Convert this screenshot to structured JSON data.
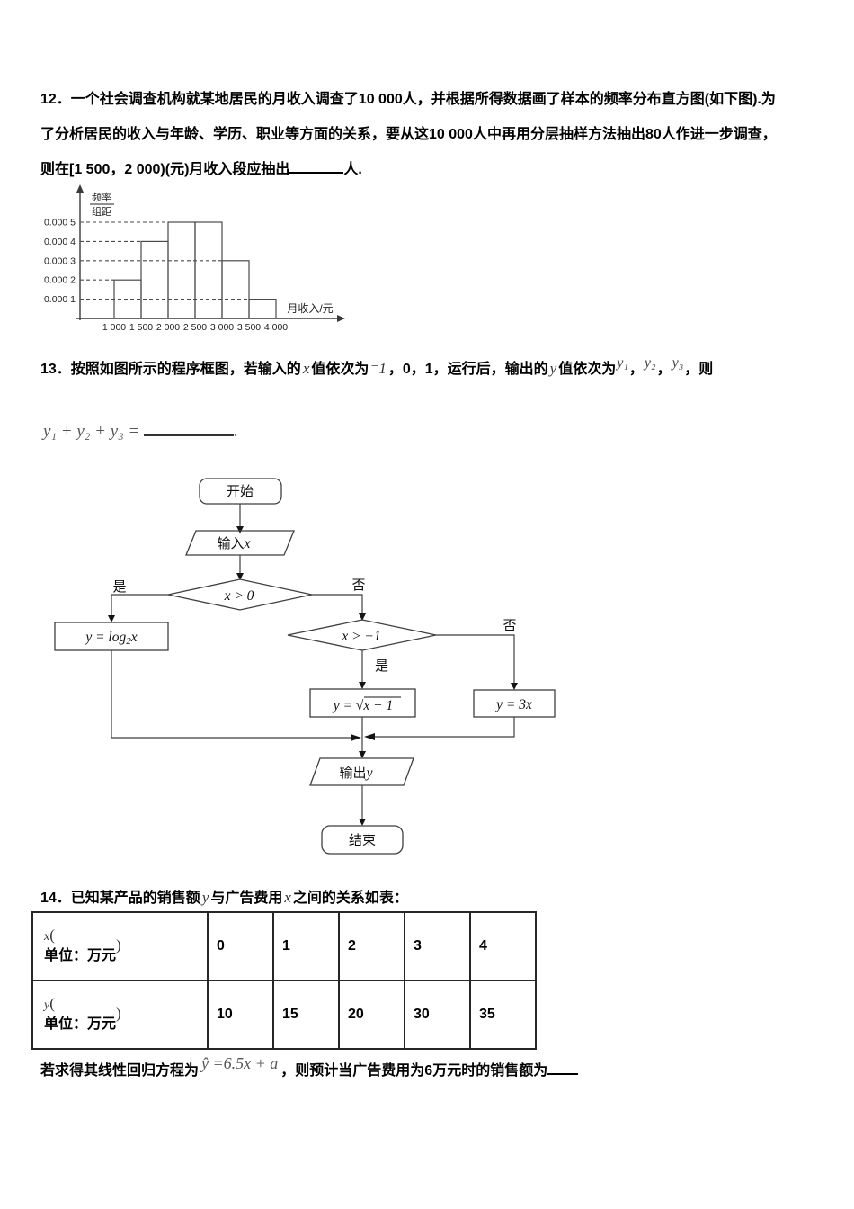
{
  "q12": {
    "lines": [
      "12．一个社会调查机构就某地居民的月收入调查了10 000人，并根据所得数据画了样本的频率分布直方图(如下图).为",
      "了分析居民的收入与年龄、学历、职业等方面的关系，要从这10 000人中再用分层抽样方法抽出80人作进一步调查，",
      "则在[1 500，2 000)(元)月收入段应抽出"
    ],
    "blank_suffix": "人."
  },
  "chart_data": {
    "type": "bar",
    "ylabel_top": "频率",
    "ylabel_bottom": "组距",
    "xlabel": "月收入/元",
    "categories": [
      "[1000,1500)",
      "[1500,2000)",
      "[2000,2500)",
      "[2500,3000)",
      "[3000,3500)",
      "[3500,4000)"
    ],
    "values": [
      0.0002,
      0.0004,
      0.0005,
      0.0005,
      0.0003,
      0.0001
    ],
    "ytick_labels": [
      "0.000 1",
      "0.000 2",
      "0.000 3",
      "0.000 4",
      "0.000 5"
    ],
    "xtick_labels": [
      "1 000",
      "1 500",
      "2 000",
      "2 500",
      "3 000",
      "3 500",
      "4 000"
    ],
    "ylim": [
      0,
      0.00055
    ],
    "grid": "dashed horizontal to matching bar"
  },
  "q13": {
    "pre": "13．按照如图所示的程序框图，若输入的",
    "xvar": "x",
    "mid1": "值依次为",
    "neg": "⁻1",
    "mid2": "，0，1，运行后，输出的",
    "yvar": "y",
    "mid3": "值依次为",
    "y1": "y₁",
    "c1": "，",
    "y2": "y₂",
    "c2": "，",
    "y3": "y₃",
    "post": "，则",
    "formula": "y₁ + y₂ + y₃ =",
    "period": "."
  },
  "flowchart": {
    "start": "开始",
    "input_pre": "输入",
    "input_var": "x",
    "cond1": "x > 0",
    "cond2": "x > −1",
    "yes": "是",
    "no": "否",
    "log_pre": "y = log",
    "log_sub": "2",
    "log_var": "x",
    "sqrt": "y = √x + 1",
    "linear": "y = 3x",
    "output_pre": "输出",
    "output_var": "y",
    "end": "结束"
  },
  "q14": {
    "pre": "14．已知某产品的销售额",
    "yvar": "y",
    "mid": "与广告费用",
    "xvar": "x",
    "post": "之间的关系如表："
  },
  "table": {
    "rows": [
      {
        "var": "x",
        "open": "(",
        "unit": "单位：万元",
        "close": ")",
        "values": [
          "0",
          "1",
          "2",
          "3",
          "4"
        ]
      },
      {
        "var": "y",
        "open": "(",
        "unit": "单位：万元",
        "close": ")",
        "values": [
          "10",
          "15",
          "20",
          "30",
          "35"
        ]
      }
    ]
  },
  "footer": {
    "pre": "若求得其线性回归方程为",
    "equation": "ŷ =6.5x + a",
    "post": "，则预计当广告费用为6万元时的销售额为"
  }
}
